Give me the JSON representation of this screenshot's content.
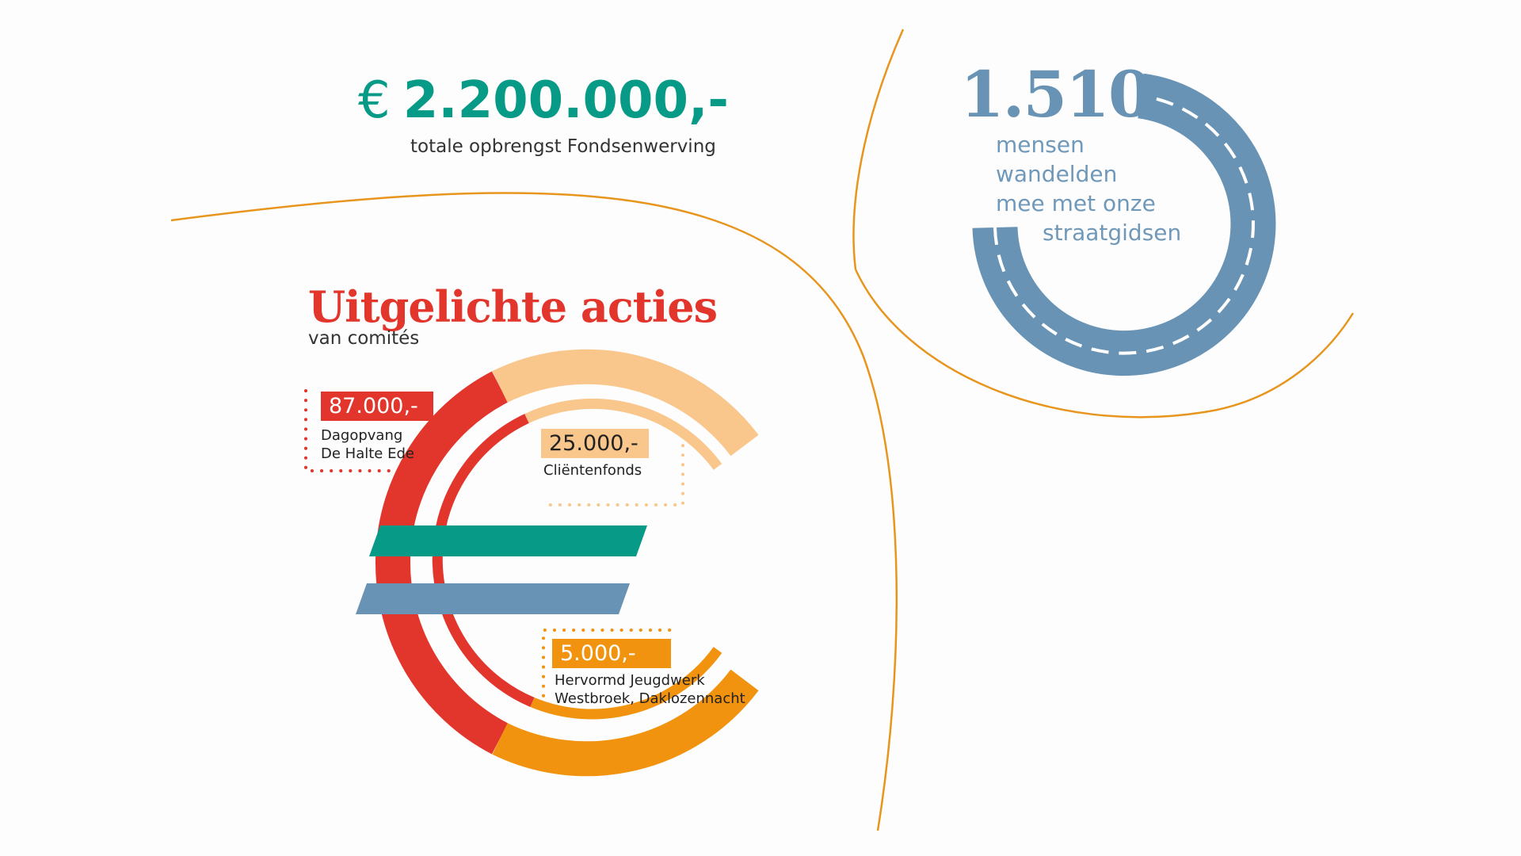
{
  "fundraising": {
    "currency_symbol": "€",
    "total": "2.200.000,-",
    "caption": "totale opbrengst Fondsenwerving"
  },
  "walk": {
    "number": "1.510",
    "lines": [
      "mensen",
      "wandelden",
      "mee met onze",
      "straatgidsen"
    ]
  },
  "actions": {
    "title": "Uitgelichte acties",
    "subtitle": "van comités",
    "items": [
      {
        "amount": "87.000,-",
        "label_lines": [
          "Dagopvang",
          "De Halte Ede"
        ],
        "color": "#e2352c"
      },
      {
        "amount": "25.000,-",
        "label_lines": [
          "Cliëntenfonds"
        ],
        "color": "#f9c68c"
      },
      {
        "amount": "5.000,-",
        "label_lines": [
          "Hervormd Jeugdwerk",
          "Westbroek, Daklozennacht"
        ],
        "color": "#f1930e"
      }
    ]
  },
  "colors": {
    "teal": "#079a86",
    "blue": "#6893b4",
    "red": "#e2352c",
    "peach": "#f9c68c",
    "orange": "#f1930e",
    "line": "#e8951e"
  },
  "icons": [
    "euro-sign-icon",
    "road-ring-icon"
  ]
}
